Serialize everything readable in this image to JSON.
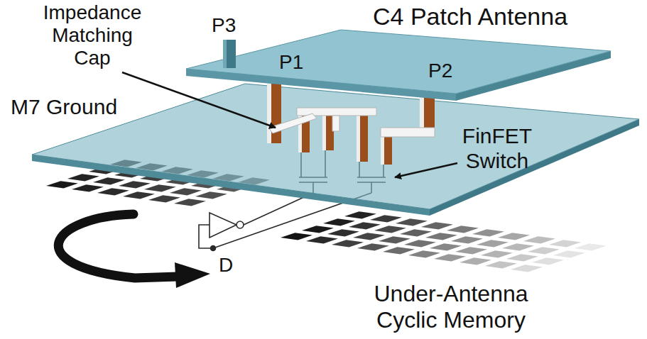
{
  "diagram": {
    "labels": [
      "Impedance Matching Cap",
      "C4 Patch Antenna",
      "P3",
      "P1",
      "P2",
      "M7 Ground",
      "FinFET Switch",
      "D",
      "Under-Antenna Cyclic Memory"
    ]
  }
}
